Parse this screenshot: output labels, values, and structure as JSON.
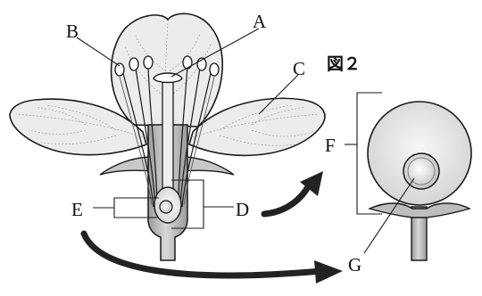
{
  "figure_label": "図２",
  "labels": {
    "A": "A",
    "B": "B",
    "C": "C",
    "D": "D",
    "E": "E",
    "F": "F",
    "G": "G"
  },
  "colors": {
    "outline": "#1a1a1a",
    "petal_fill": "#e9e9e9",
    "petal_vein": "#9a9a9a",
    "stem_fill": "#c4c4c4",
    "stem_dark": "#8c8c8c",
    "ovary_fill": "#f3f3f3",
    "arrow": "#222222"
  }
}
